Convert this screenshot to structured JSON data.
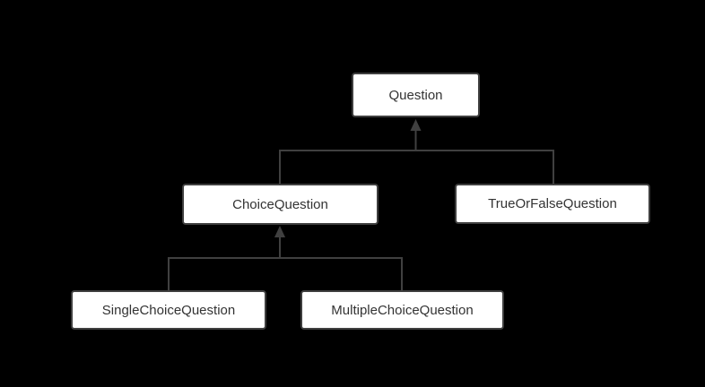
{
  "diagram": {
    "type": "class-hierarchy",
    "nodes": [
      {
        "id": "question",
        "label": "Question"
      },
      {
        "id": "choice-question",
        "label": "ChoiceQuestion"
      },
      {
        "id": "true-or-false-question",
        "label": "TrueOrFalseQuestion"
      },
      {
        "id": "single-choice-question",
        "label": "SingleChoiceQuestion"
      },
      {
        "id": "multiple-choice-question",
        "label": "MultipleChoiceQuestion"
      }
    ],
    "edges": [
      {
        "from": "choice-question",
        "to": "question",
        "type": "inheritance",
        "arrowhead": "filled-triangle-up"
      },
      {
        "from": "true-or-false-question",
        "to": "question",
        "type": "inheritance",
        "arrowhead": "filled-triangle-up"
      },
      {
        "from": "single-choice-question",
        "to": "choice-question",
        "type": "inheritance",
        "arrowhead": "filled-triangle-up"
      },
      {
        "from": "multiple-choice-question",
        "to": "choice-question",
        "type": "inheritance",
        "arrowhead": "filled-triangle-up"
      }
    ],
    "colors": {
      "background": "#000000",
      "node_fill": "#ffffff",
      "node_border": "#3f3f3f",
      "line": "#404040",
      "text": "#333333"
    }
  }
}
